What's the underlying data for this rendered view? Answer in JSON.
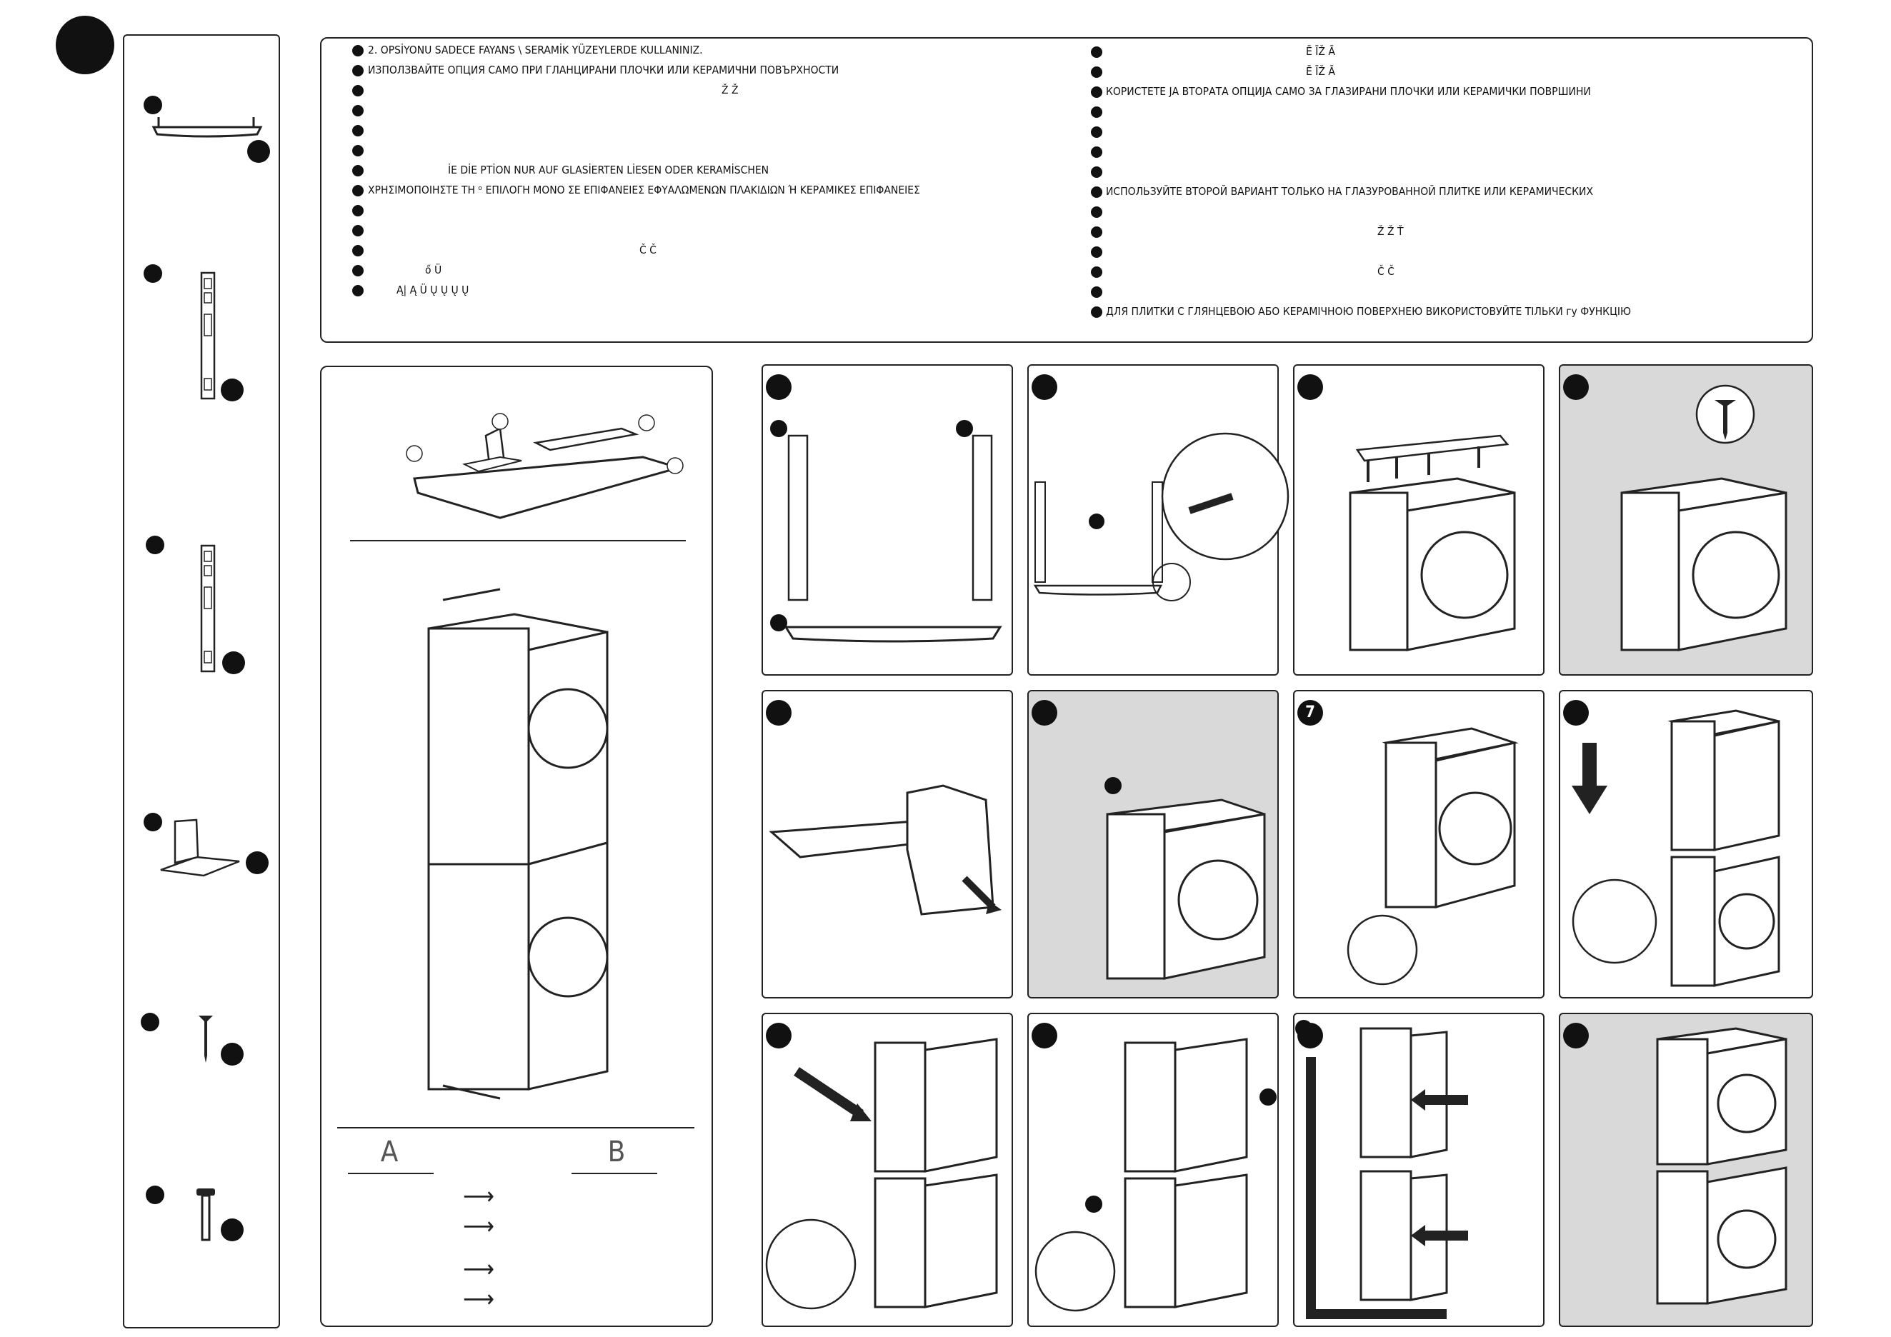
{
  "text_panel": {
    "left_lines": [
      "2. OPSİYONU SADECE FAYANS \\ SERAMİK YÜZEYLERDE KULLANINIZ.",
      "ИЗПОЛЗВАЙТЕ ОПЦИЯ    САМО ПРИ ГЛАНЦИРАНИ ПЛОЧКИ ИЛИ КЕРАМИЧНИ ПОВЪРХНОСТИ",
      "Ž                    Ž",
      "",
      "",
      "",
      "İE DİE       PTİON NUR AUF GLASİERTEN   LİESEN ODER KERAMİSCHEN",
      "ΧΡΗΣΙΜΟΠΟΙΗΣΤΕ ΤΗ   ᵒ ΕΠΙΛΟΓΗ ΜΟΝΟ ΣΕ ΕΠΙΦΑΝΕΙΕΣ ΕΦΥΑΛΩΜΕΝΩΝ ΠΛΑΚΙΔΙΩΝ Ή ΚΕΡΑΜΙΚΕΣ ΕΠΙΦΑΝΕΙΕΣ",
      "",
      "",
      "Č                    Č",
      "ő                                                              Ü",
      "Ą|            Ą                                    Ü       Ų       Ų                      Ų       Ų"
    ],
    "right_lines": [
      "Ē          ĪŽ                               Ā",
      "Ē          ĪŽ                               Ā",
      "КОРИСТЕТЕ ЈА ВТОРАТА ОПЦИЈА САМО ЗА ГЛАЗИРАНИ ПЛОЧКИ ИЛИ КЕРАМИЧКИ ПОВРШИНИ",
      "",
      "",
      "",
      "",
      "ИСПОЛЬЗУЙТЕ ВТОРОЙ ВАРИАНТ ТОЛЬКО НА ГЛАЗУРОВАННОЙ ПЛИТКЕ ИЛИ КЕРАМИЧЕСКИХ",
      "",
      "Ž                Ž   Ť",
      "",
      "Č                Č",
      "",
      "ДЛЯ ПЛИТКИ С ГЛЯНЦЕВОЮ АБО КЕРАМІЧНОЮ ПОВЕРХНЕЮ ВИКОРИСТОВУЙТЕ ТІЛЬКИ    гу  ФУНКЦІЮ"
    ]
  },
  "overview": {
    "label_a": "A",
    "label_b": "B",
    "arrow": "⟶"
  },
  "steps": {
    "seven": "7"
  },
  "icons": {
    "parts": [
      "tray-part",
      "left-rail-part",
      "right-rail-part",
      "bracket-part",
      "screw-part",
      "bolt-part"
    ]
  }
}
